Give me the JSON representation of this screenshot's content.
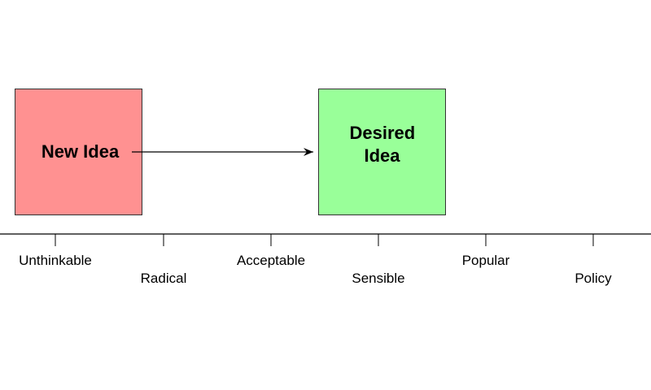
{
  "diagram": {
    "source": {
      "label": "New Idea",
      "color": "#ff9191"
    },
    "target": {
      "label": "Desired Idea",
      "color": "#99ff99"
    },
    "stages": [
      {
        "label": "Unthinkable"
      },
      {
        "label": "Radical"
      },
      {
        "label": "Acceptable"
      },
      {
        "label": "Sensible"
      },
      {
        "label": "Popular"
      },
      {
        "label": "Policy"
      }
    ]
  }
}
